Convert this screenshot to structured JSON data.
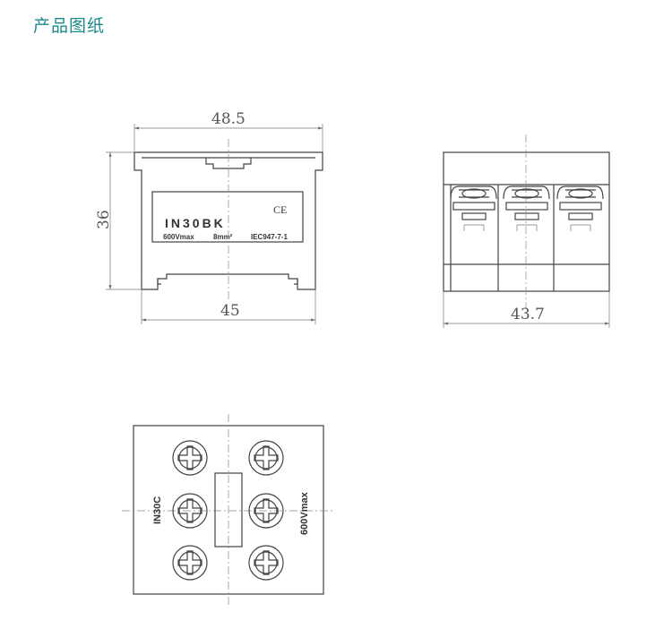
{
  "header": {
    "title": "产品图纸"
  },
  "front_view": {
    "dim_top": "48.5",
    "dim_left": "36",
    "dim_bottom": "45",
    "model": "IN30BK",
    "voltage": "600Vmax",
    "wire": "8mm²",
    "standard": "IEC947-7-1",
    "mark": "CE"
  },
  "side_view": {
    "dim_bottom": "43.7"
  },
  "top_view": {
    "label_left": "IN30C",
    "label_right": "600Vmax"
  }
}
